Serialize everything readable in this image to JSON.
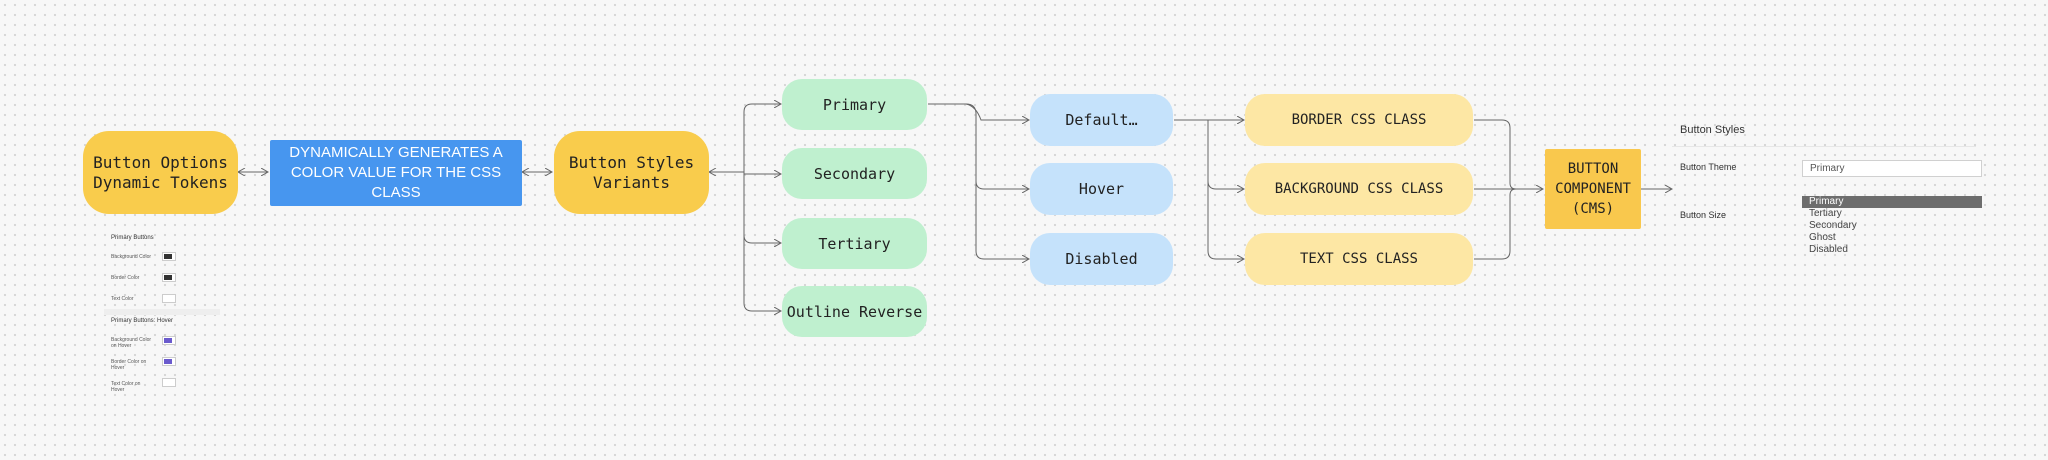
{
  "nodes": {
    "button_options": {
      "line1": "Button Options",
      "line2": "Dynamic Tokens"
    },
    "dynamic_gen": {
      "line1": "DYNAMICALLY GENERATES A",
      "line2": "COLOR VALUE FOR THE CSS CLASS"
    },
    "button_styles": {
      "line1": "Button Styles",
      "line2": "Variants"
    },
    "variants": [
      "Primary",
      "Secondary",
      "Tertiary",
      "Outline Reverse"
    ],
    "states": [
      "Default…",
      "Hover",
      "Disabled"
    ],
    "css_classes": [
      "BORDER CSS CLASS",
      "BACKGROUND CSS CLASS",
      "TEXT CSS CLASS"
    ],
    "component": {
      "line1": "BUTTON",
      "line2": "COMPONENT",
      "line3": "(CMS)"
    }
  },
  "token_panel": {
    "group1": "Primary Buttons",
    "rows1": [
      "Background Color",
      "Border Color",
      "Text Color"
    ],
    "group2": "Primary Buttons: Hover",
    "rows2": [
      "Background Color on Hover",
      "Border Color on Hover",
      "Text Color on Hover"
    ],
    "swatch_colors": {
      "dark": "#333333",
      "purple": "#6a5acd",
      "white": "#ffffff"
    }
  },
  "styles_panel": {
    "title": "Button Styles",
    "theme_label": "Button Theme",
    "theme_value": "Primary",
    "size_label": "Button Size",
    "options": [
      "Primary",
      "Tertiary",
      "Secondary",
      "Ghost",
      "Disabled"
    ]
  },
  "colors": {
    "yellow": "#f9cc4c",
    "blue": "#4796ef",
    "green": "#bff0cf",
    "light_blue": "#c5e2fb",
    "cream": "#fde7a4",
    "orange": "#f9c84d",
    "connector": "#666666"
  }
}
